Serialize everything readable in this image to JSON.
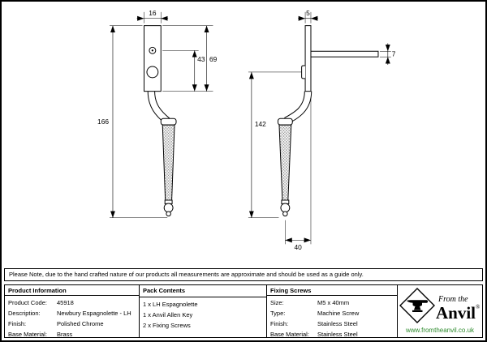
{
  "note": "Please Note, due to the hand crafted nature of our products all measurements are approximate and should be used as a guide only.",
  "drawing": {
    "front_view": {
      "plate_width": "16",
      "overall_height": "166",
      "hole_to_base": "43",
      "plate_height": "69"
    },
    "side_view": {
      "plate_thickness": "5",
      "spindle_size": "7",
      "handle_height": "142",
      "handle_offset": "40"
    }
  },
  "product_information": {
    "header": "Product Information",
    "rows": [
      {
        "label": "Product Code:",
        "value": "45918"
      },
      {
        "label": "Description:",
        "value": "Newbury Espagnolette - LH"
      },
      {
        "label": "Finish:",
        "value": "Polished Chrome"
      },
      {
        "label": "Base Material:",
        "value": "Brass"
      }
    ]
  },
  "pack_contents": {
    "header": "Pack Contents",
    "items": [
      "1 x LH Espagnolette",
      "1 x Anvil Allen Key",
      "2 x Fixing Screws"
    ]
  },
  "fixing_screws": {
    "header": "Fixing Screws",
    "rows": [
      {
        "label": "Size:",
        "value": "M5 x 40mm"
      },
      {
        "label": "Type:",
        "value": "Machine Screw"
      },
      {
        "label": "Finish:",
        "value": "Stainless Steel"
      },
      {
        "label": "Base Material:",
        "value": "Stainless Steel"
      }
    ]
  },
  "logo": {
    "prefix": "From the",
    "brand": "Anvil",
    "registered": "®",
    "website": "www.fromtheanvil.co.uk",
    "website_color": "#2e8b2e"
  }
}
